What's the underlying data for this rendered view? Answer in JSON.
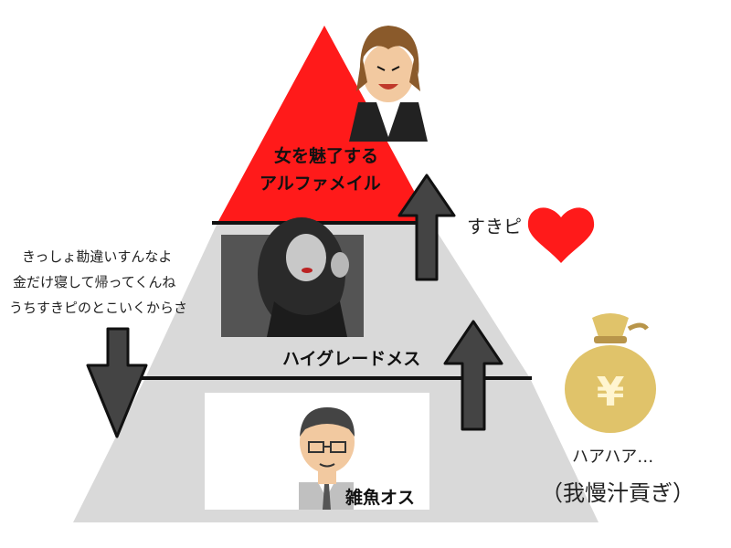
{
  "tiers": {
    "top": {
      "label_line1": "女を魅了する",
      "label_line2": "アルファメイル",
      "color": "#ff1a1a"
    },
    "middle": {
      "label": "ハイグレードメス",
      "color": "#d9d9d9"
    },
    "bottom": {
      "label": "雑魚オス",
      "color": "#d9d9d9"
    }
  },
  "annotations": {
    "suki": "すきピ",
    "down_note": [
      "きっしょ勘違いすんなよ",
      "金だけ寝して帰ってくんね",
      "うちすきピのとこいくからさ"
    ],
    "haa": "ハアハア…",
    "mitsugi": "（我慢汁貢ぎ）"
  },
  "colors": {
    "arrow_fill": "#444444",
    "outline": "#111111",
    "heart": "#ff1a1a",
    "money_bag": "#e0c36a"
  },
  "icons": [
    "heart-icon",
    "money-bag-icon",
    "yen-symbol"
  ]
}
